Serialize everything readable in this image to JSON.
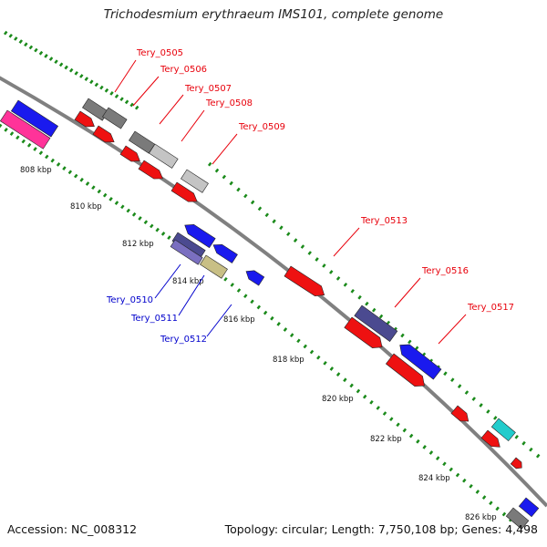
{
  "title": "Trichodesmium erythraeum IMS101, complete genome",
  "accession": "Accession: NC_008312",
  "topology": "Topology: circular; Length: 7,750,108 bp; Genes: 4,498",
  "scale_labels": [
    "808 kbp",
    "810 kbp",
    "812 kbp",
    "814 kbp",
    "816 kbp",
    "818 kbp",
    "820 kbp",
    "822 kbp",
    "824 kbp",
    "826 kbp"
  ],
  "gene_labels": {
    "forward": [
      "Tery_0505",
      "Tery_0506",
      "Tery_0507",
      "Tery_0508",
      "Tery_0509",
      "Tery_0513",
      "Tery_0516",
      "Tery_0517"
    ],
    "reverse": [
      "Tery_0510",
      "Tery_0511",
      "Tery_0512"
    ]
  },
  "colors": {
    "forward_label": "#e8000b",
    "reverse_label": "#0000cc",
    "backbone": "#808080",
    "ticks": "#1a8a1a",
    "red_gene": "#ee1111",
    "blue_gene": "#1a1aee",
    "dark_gray_gene": "#7a7a7a",
    "light_gray_gene": "#c4c4c4",
    "navy_gene": "#4b4a90",
    "lavender_gene": "#7a6fc0",
    "khaki_gene": "#c8bf85",
    "magenta_gene": "#ff3399",
    "cyan_gene": "#22cccc"
  }
}
